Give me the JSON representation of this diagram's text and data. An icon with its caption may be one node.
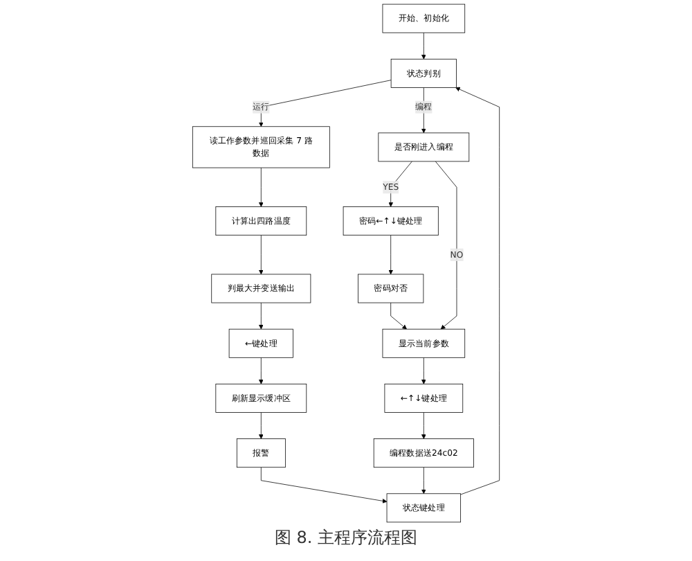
{
  "diagram": {
    "caption": "图 8. 主程序流程图",
    "nodes": [
      {
        "text": [
          "开始、初始化"
        ]
      },
      {
        "text": [
          "状态判别"
        ]
      },
      {
        "text": [
          "读工作参数并巡回采集 7 路数据"
        ]
      },
      {
        "text": [
          "计算出四路温度"
        ]
      },
      {
        "text": [
          "判最大并变送输出"
        ]
      },
      {
        "text": [
          "←键处理"
        ]
      },
      {
        "text": [
          "刷新显示缓冲区"
        ]
      },
      {
        "text": [
          "报警"
        ]
      },
      {
        "text": [
          "状态键处理"
        ]
      },
      {
        "text": [
          "是否刚进入编程"
        ]
      },
      {
        "text": [
          "密码←↑↓键处理"
        ]
      },
      {
        "text": [
          "密码对否"
        ]
      },
      {
        "text": [
          "显示当前参数"
        ]
      },
      {
        "text": [
          "←↑↓键处理"
        ]
      },
      {
        "text": [
          "编程数据送24c02"
        ]
      }
    ],
    "edges": [
      {
        "from": 0,
        "to": 1,
        "arrow": "to"
      },
      {
        "from": 1,
        "to": 2,
        "arrow": "to",
        "label": "运行"
      },
      {
        "from": 2,
        "to": 3,
        "arrow": "to"
      },
      {
        "from": 3,
        "to": 4,
        "arrow": "to"
      },
      {
        "from": 4,
        "to": 5,
        "arrow": "to"
      },
      {
        "from": 5,
        "to": 6,
        "arrow": "to"
      },
      {
        "from": 6,
        "to": 7,
        "arrow": "to"
      },
      {
        "from": 7,
        "to": 8,
        "arrow": "to"
      },
      {
        "from": 8,
        "to": 1,
        "arrow": "to"
      },
      {
        "from": 1,
        "to": 9,
        "arrow": "to",
        "label": "编程"
      },
      {
        "from": 9,
        "to": 10,
        "arrow": "to",
        "label": "YES"
      },
      {
        "from": 10,
        "to": 11,
        "arrow": "to"
      },
      {
        "from": 11,
        "to": 12,
        "arrow": "to"
      },
      {
        "from": 9,
        "to": 12,
        "arrow": "to",
        "label": "NO"
      },
      {
        "from": 12,
        "to": 13,
        "arrow": "to"
      },
      {
        "from": 13,
        "to": 14,
        "arrow": "to"
      },
      {
        "from": 14,
        "to": 8,
        "arrow": "to"
      }
    ]
  }
}
